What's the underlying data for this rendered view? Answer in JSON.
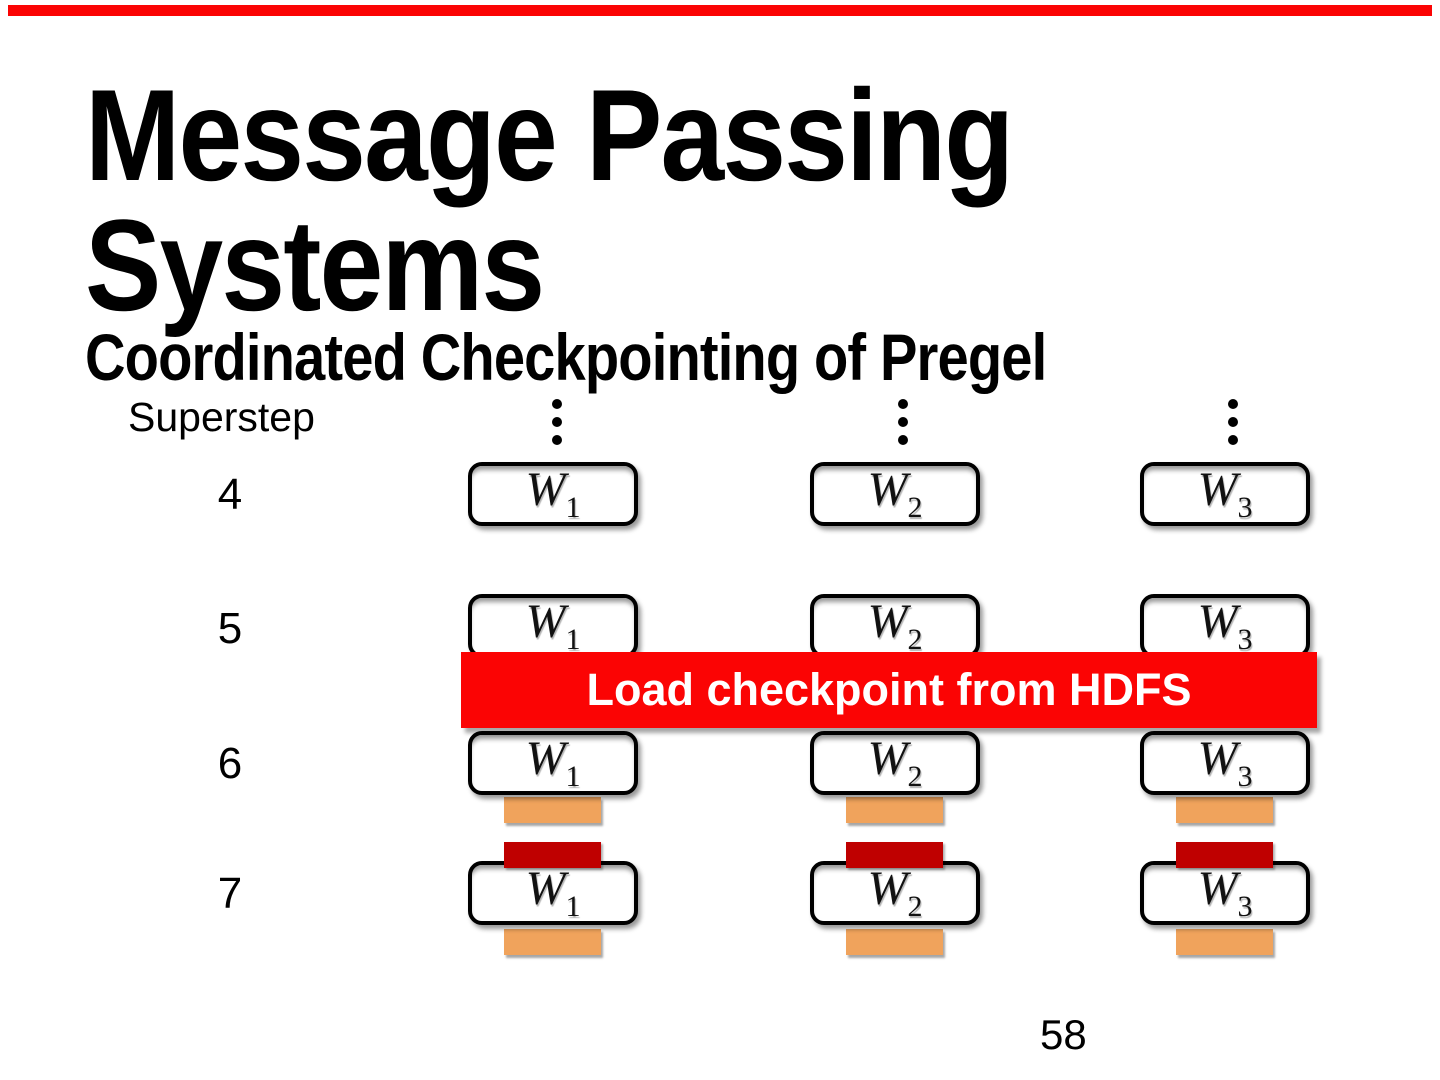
{
  "slide": {
    "title_line1": "Message Passing",
    "title_line2": "Systems",
    "subtitle": "Coordinated Checkpointing of Pregel",
    "superstep_label": "Superstep",
    "page_number": "58"
  },
  "diagram": {
    "supersteps": [
      "4",
      "5",
      "6",
      "7"
    ],
    "worker_letter": "W",
    "worker_subscripts": [
      "1",
      "2",
      "3"
    ],
    "banner": {
      "text": "Load checkpoint from HDFS"
    }
  },
  "colors": {
    "accent_red": "#fb0404",
    "checkpoint_orange": "#f0a35c",
    "failure_darkred": "#bf0000",
    "box_border": "#000000",
    "banner_text": "#ffffff"
  }
}
